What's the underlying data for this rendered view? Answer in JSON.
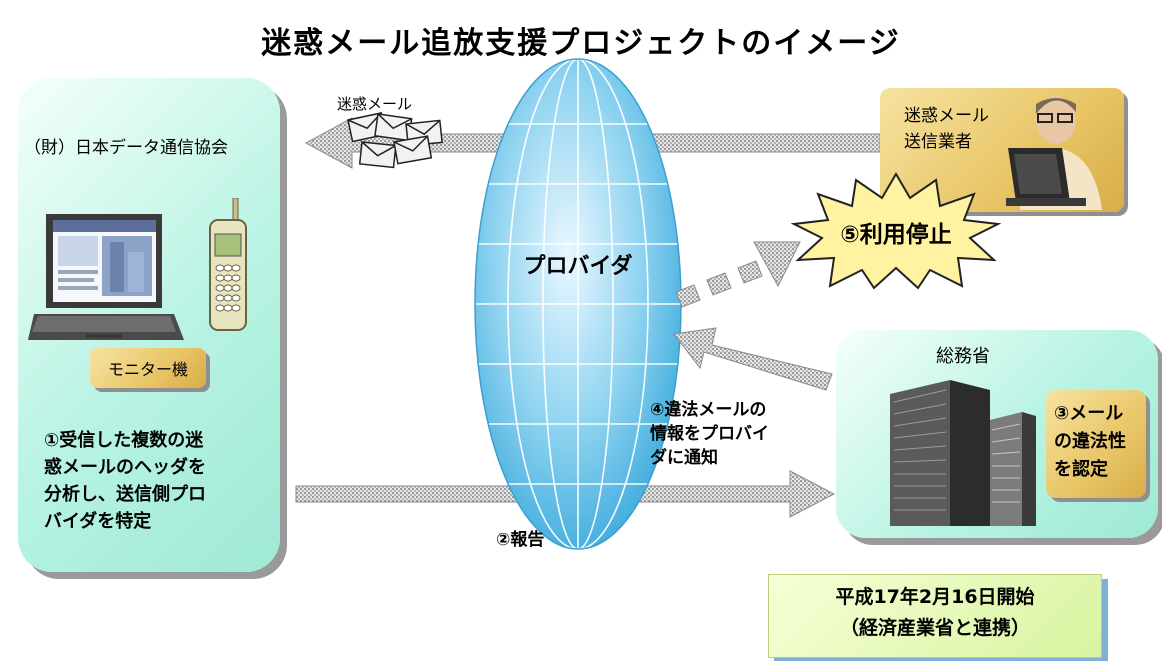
{
  "title": "迷惑メール追放支援プロジェクトのイメージ",
  "left_panel": {
    "org_name": "（財）日本データ通信協会",
    "monitor_label": "モニター機",
    "step1_lines": [
      "①受信した複数の迷",
      "惑メールのヘッダを",
      "分析し、送信側プロ",
      "バイダを特定"
    ]
  },
  "globe": {
    "label": "プロバイダ"
  },
  "spam_label": "迷惑メール",
  "spammer": {
    "lines": [
      "迷惑メール",
      "送信業者"
    ]
  },
  "stop": {
    "label": "⑤利用停止"
  },
  "ministry": {
    "name": "総務省",
    "step3_lines": [
      "③メール",
      "の違法性",
      "を認定"
    ]
  },
  "step4_lines": [
    "④違法メールの",
    "情報をプロバイ",
    "ダに通知"
  ],
  "step2_label": "②報告",
  "start_info": {
    "lines": [
      "平成17年2月16日開始",
      "（経済産業省と連携）"
    ]
  }
}
